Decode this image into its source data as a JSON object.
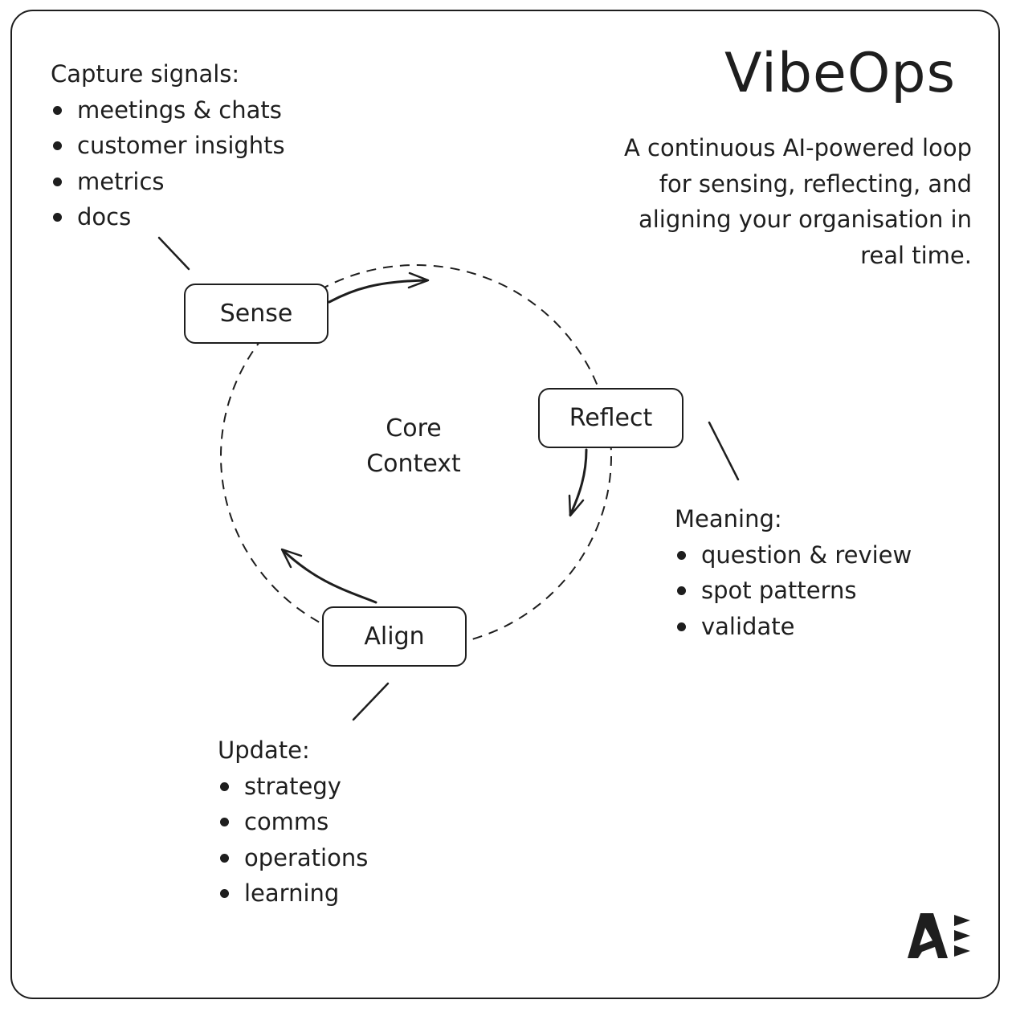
{
  "header": {
    "title": "VibeOps",
    "tagline": "A continuous AI-powered loop for sensing, reflecting, and aligning your organisation in real time."
  },
  "diagram": {
    "type": "cycle",
    "center_label": [
      "Core",
      "Context"
    ],
    "nodes": [
      {
        "id": "sense",
        "label": "Sense"
      },
      {
        "id": "reflect",
        "label": "Reflect"
      },
      {
        "id": "align",
        "label": "Align"
      }
    ],
    "flow": [
      "Sense",
      "Reflect",
      "Align",
      "Sense"
    ],
    "annotations": {
      "sense": {
        "heading": "Capture signals:",
        "items": [
          "meetings & chats",
          "customer insights",
          "metrics",
          "docs"
        ]
      },
      "reflect": {
        "heading": "Meaning:",
        "items": [
          "question & review",
          "spot patterns",
          "validate"
        ]
      },
      "align": {
        "heading": "Update:",
        "items": [
          "strategy",
          "comms",
          "operations",
          "learning"
        ]
      }
    }
  },
  "colors": {
    "ink": "#1e1e1e",
    "background": "#ffffff"
  },
  "logo": {
    "icon": "brand-a-logo-icon"
  }
}
